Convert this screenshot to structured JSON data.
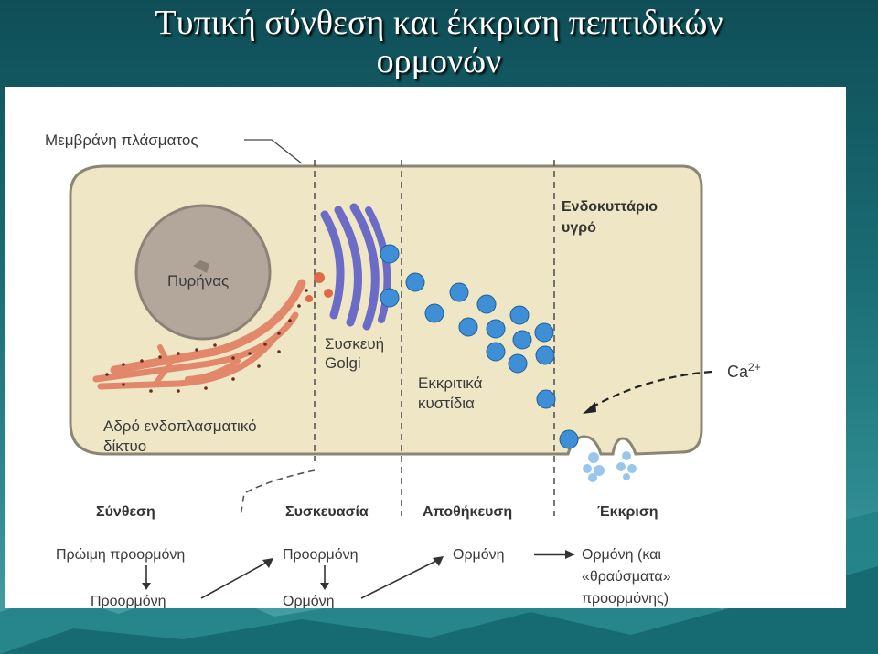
{
  "slide": {
    "title_line1": "Τυπική σύνθεση και έκκριση πεπτιδικών",
    "title_line2": "ορμονών"
  },
  "diagram": {
    "membrane_label": "Μεμβράνη πλάσματος",
    "extracellular_label_1": "Ενδοκυττάριο",
    "extracellular_label_2": "υγρό",
    "nucleus_label": "Πυρήνας",
    "golgi_label_1": "Συσκευή",
    "golgi_label_2": "Golgi",
    "vesicles_label_1": "Εκκριτικά",
    "vesicles_label_2": "κυστίδια",
    "er_label_1": "Αδρό ενδοπλασματικό",
    "er_label_2": "δίκτυο",
    "calcium_label": "Ca",
    "calcium_superscript": "2+"
  },
  "stages": {
    "synthesis": "Σύνθεση",
    "packaging": "Συσκευασία",
    "storage": "Αποθήκευση",
    "secretion": "Έκκριση"
  },
  "flow": {
    "preprohormone": "Πρώιμη προορμόνη",
    "prohormone_1": "Προορμόνη",
    "prohormone_2": "Προορμόνη",
    "hormone_1": "Ορμόνη",
    "hormone_2": "Ορμόνη",
    "final_line1": "Ορμόνη (και",
    "final_line2": "«θραύσματα»",
    "final_line3": "προορμόνης)"
  },
  "colors": {
    "cell_fill": "#efe6c6",
    "cell_stroke": "#8b8574",
    "nucleus": "#b0a498",
    "golgi": "#6f6fc8",
    "er": "#e58a6c",
    "vesicle": "#3e8fd6"
  }
}
